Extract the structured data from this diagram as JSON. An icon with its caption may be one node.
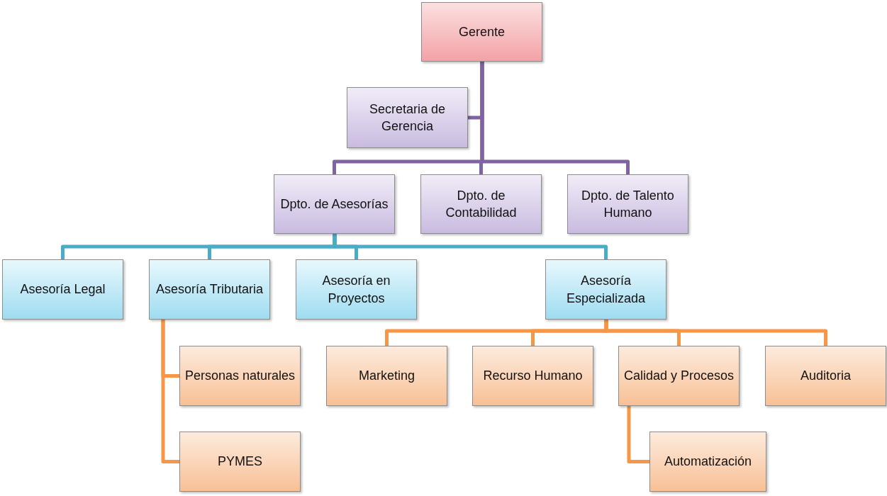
{
  "diagram": {
    "nodes": [
      {
        "text": [
          "Gerente"
        ]
      },
      {
        "text": [
          "Secretaria de Gerencia"
        ]
      },
      {
        "text": [
          "Dpto. de Asesorías"
        ]
      },
      {
        "text": [
          "Dpto. de Contabilidad"
        ]
      },
      {
        "text": [
          "Dpto. de Talento Humano"
        ]
      },
      {
        "text": [
          "Asesoría Legal"
        ]
      },
      {
        "text": [
          "Asesoría Tributaria"
        ]
      },
      {
        "text": [
          "Asesoría en Proyectos"
        ]
      },
      {
        "text": [
          "Asesoría Especializada"
        ]
      },
      {
        "text": [
          "Personas naturales"
        ]
      },
      {
        "text": [
          "PYMES"
        ]
      },
      {
        "text": [
          "Marketing"
        ]
      },
      {
        "text": [
          "Recurso Humano"
        ]
      },
      {
        "text": [
          "Calidad y Procesos"
        ]
      },
      {
        "text": [
          "Auditoria"
        ]
      },
      {
        "text": [
          "Automatización"
        ]
      }
    ],
    "edges": [
      {
        "from": 0,
        "to": 1,
        "arrow": "none",
        "color": "#8064a2"
      },
      {
        "from": 0,
        "to": 2,
        "arrow": "none",
        "color": "#8064a2"
      },
      {
        "from": 0,
        "to": 3,
        "arrow": "none",
        "color": "#8064a2"
      },
      {
        "from": 0,
        "to": 4,
        "arrow": "none",
        "color": "#8064a2"
      },
      {
        "from": 2,
        "to": 5,
        "arrow": "none",
        "color": "#4bacc6"
      },
      {
        "from": 2,
        "to": 6,
        "arrow": "none",
        "color": "#4bacc6"
      },
      {
        "from": 2,
        "to": 7,
        "arrow": "none",
        "color": "#4bacc6"
      },
      {
        "from": 2,
        "to": 8,
        "arrow": "none",
        "color": "#4bacc6"
      },
      {
        "from": 6,
        "to": 9,
        "arrow": "none"
      },
      {
        "from": 6,
        "to": 10,
        "arrow": "none"
      },
      {
        "from": 8,
        "to": 11,
        "arrow": "none"
      },
      {
        "from": 8,
        "to": 12,
        "arrow": "none"
      },
      {
        "from": 8,
        "to": 13,
        "arrow": "none"
      },
      {
        "from": 8,
        "to": 14,
        "arrow": "none"
      },
      {
        "from": 13,
        "to": 15,
        "arrow": "none"
      }
    ]
  }
}
